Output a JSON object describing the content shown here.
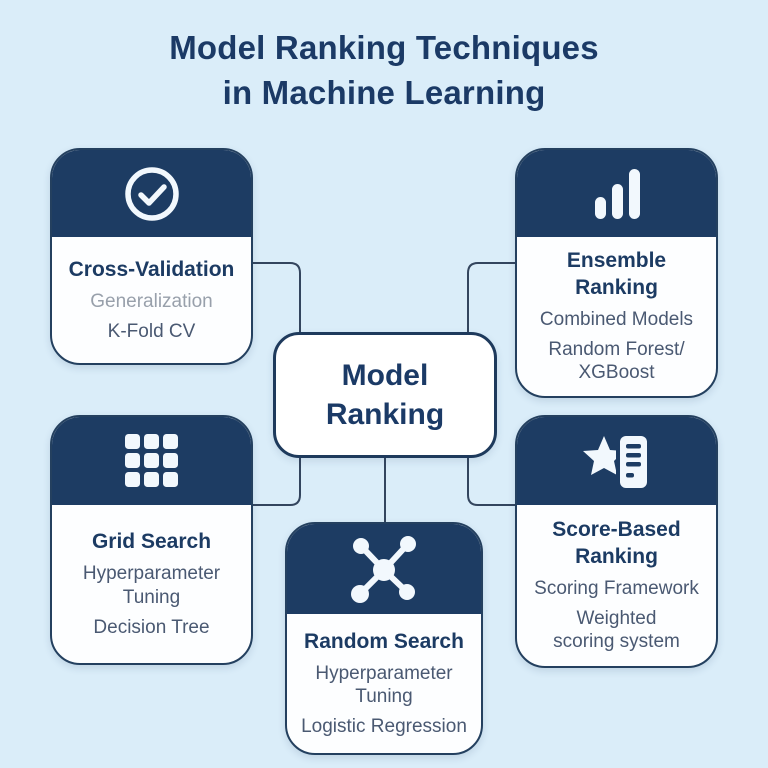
{
  "title": {
    "text": "Model Ranking Techniques\nin Machine Learning"
  },
  "center": {
    "label": "Model\nRanking"
  },
  "cards": [
    {
      "id": "cross-validation",
      "icon": "check-circle-icon",
      "title": "Cross-Validation",
      "lines": [
        {
          "text": "Generalization",
          "muted": true
        },
        {
          "text": "K-Fold CV",
          "muted": false
        }
      ]
    },
    {
      "id": "ensemble-ranking",
      "icon": "bar-chart-icon",
      "title": "Ensemble\nRanking",
      "lines": [
        {
          "text": "Combined Models",
          "muted": false
        },
        {
          "text": "Random Forest/\nXGBoost",
          "muted": false
        }
      ]
    },
    {
      "id": "grid-search",
      "icon": "grid-icon",
      "title": "Grid Search",
      "lines": [
        {
          "text": "Hyperparameter\nTuning",
          "muted": false
        },
        {
          "text": "Decision Tree",
          "muted": false
        }
      ]
    },
    {
      "id": "random-search",
      "icon": "network-nodes-icon",
      "title": "Random Search",
      "lines": [
        {
          "text": "Hyperparameter\nTuning",
          "muted": false
        },
        {
          "text": "Logistic Regression",
          "muted": false
        }
      ]
    },
    {
      "id": "score-based-ranking",
      "icon": "star-scorecard-icon",
      "title": "Score-Based\nRanking",
      "lines": [
        {
          "text": "Scoring Framework",
          "muted": false
        },
        {
          "text": "Weighted\nscoring system",
          "muted": false
        }
      ]
    }
  ],
  "colors": {
    "background": "#daedf9",
    "navy": "#1d3c63",
    "card_body": "#fdfeff",
    "muted_text": "#98a0ab",
    "slate_text": "#4a5972",
    "connector": "#33455e"
  }
}
